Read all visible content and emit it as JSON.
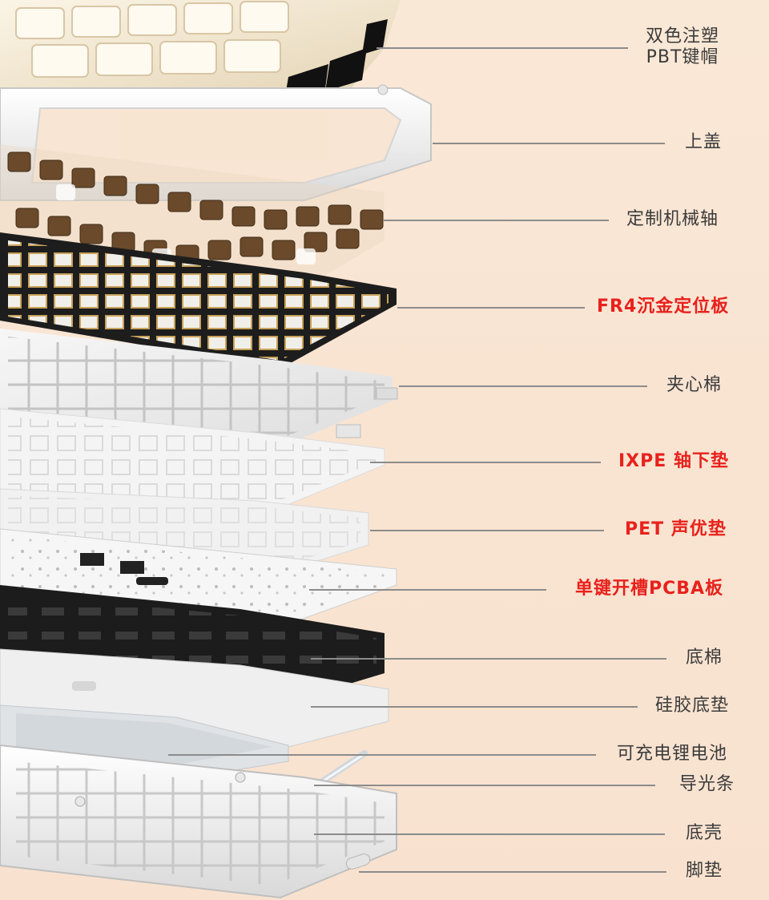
{
  "colors": {
    "background": "#f9e5d3",
    "label_text": "#3b3b3b",
    "highlight_text": "#e8211c",
    "leader_line": "#8c8c8c",
    "brown_switch": "#6b4a2b",
    "gold_plate_outline": "#c9a25a"
  },
  "components": [
    {
      "id": "keycaps",
      "label": "双色注塑",
      "label_line2": "PBT键帽",
      "highlight": false
    },
    {
      "id": "top-case",
      "label": "上盖",
      "highlight": false
    },
    {
      "id": "switches",
      "label": "定制机械轴",
      "highlight": false
    },
    {
      "id": "plate",
      "label": "FR4沉金定位板",
      "highlight": true
    },
    {
      "id": "sandwich-foam",
      "label": "夹心棉",
      "highlight": false
    },
    {
      "id": "ixpe-pad",
      "label": "IXPE 轴下垫",
      "highlight": true
    },
    {
      "id": "pet-pad",
      "label": "PET 声优垫",
      "highlight": true
    },
    {
      "id": "pcba",
      "label": "单键开槽PCBA板",
      "highlight": true
    },
    {
      "id": "bottom-foam",
      "label": "底棉",
      "highlight": false
    },
    {
      "id": "silicone-pad",
      "label": "硅胶底垫",
      "highlight": false
    },
    {
      "id": "battery",
      "label": "可充电锂电池",
      "highlight": false
    },
    {
      "id": "light-guide",
      "label": "导光条",
      "highlight": false
    },
    {
      "id": "bottom-case",
      "label": "底壳",
      "highlight": false
    },
    {
      "id": "feet",
      "label": "脚垫",
      "highlight": false
    }
  ]
}
